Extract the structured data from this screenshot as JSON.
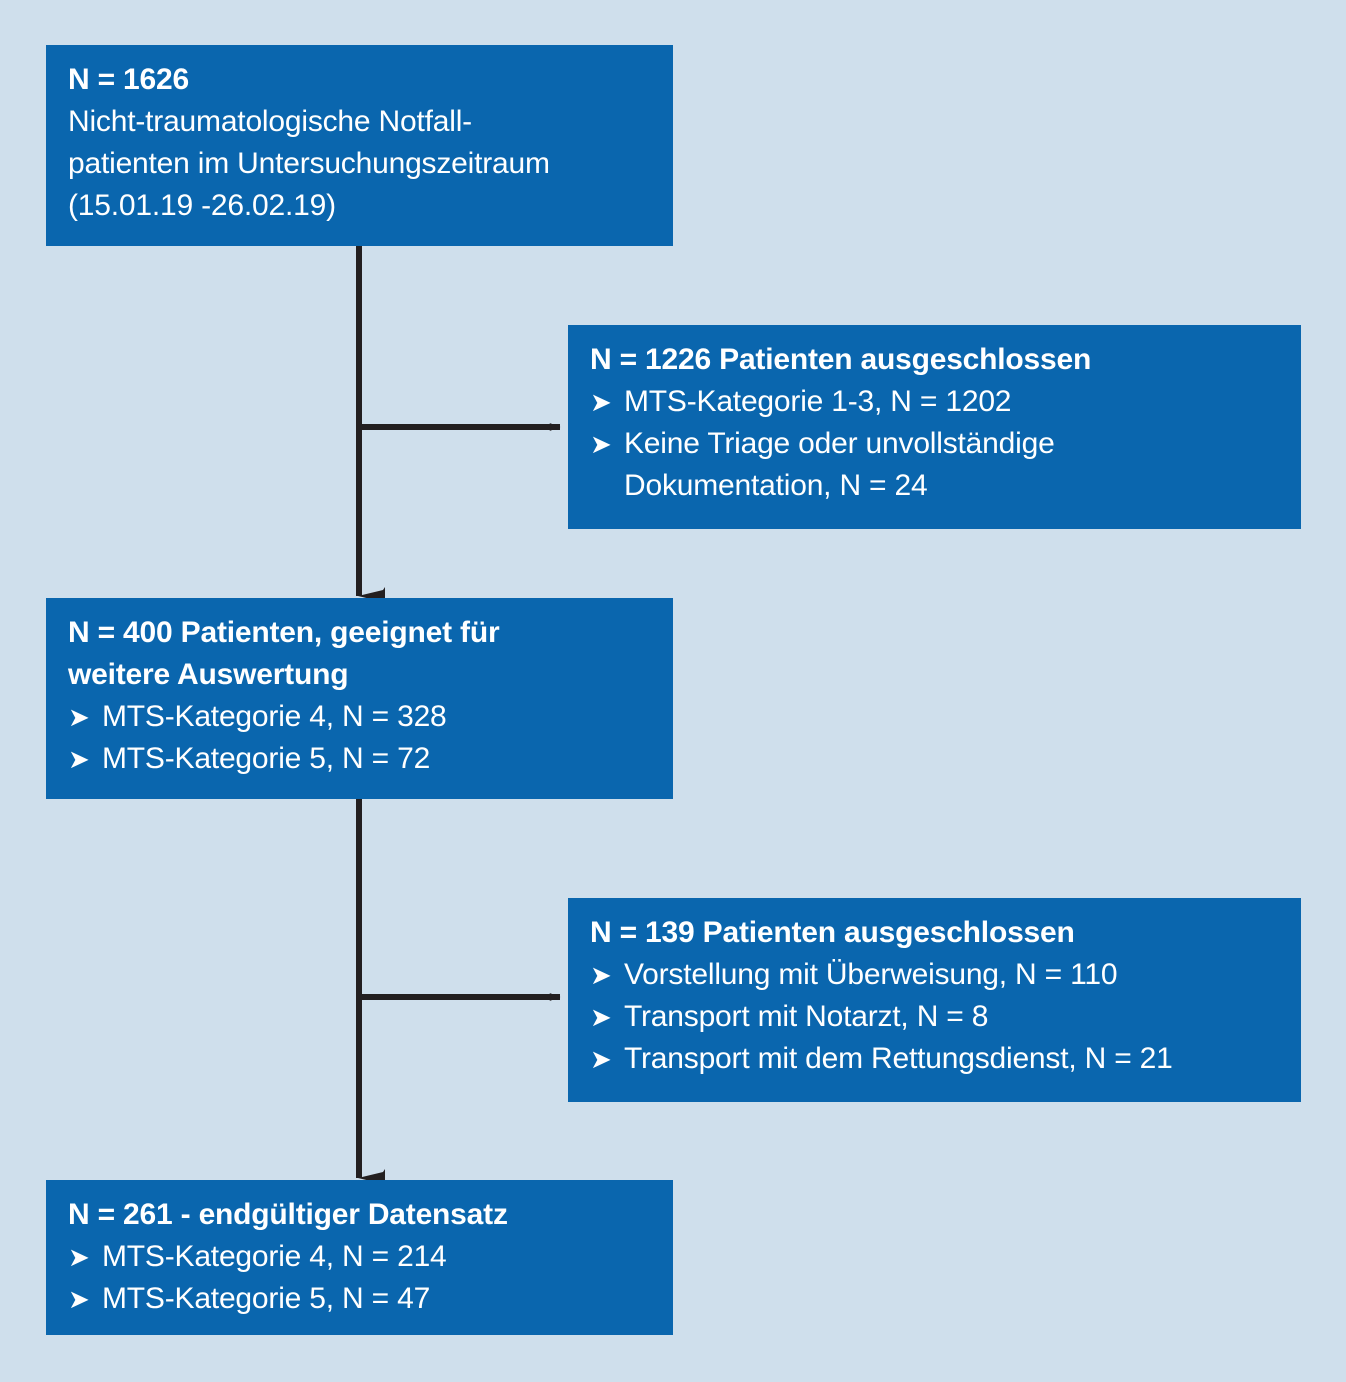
{
  "colors": {
    "background": "#cfdfec",
    "box_fill": "#0a66ae",
    "box_text": "#ffffff",
    "connector": "#231f20"
  },
  "bullet_glyph": "➤",
  "boxes": {
    "cohort": {
      "title": "N = 1626",
      "lines": [
        "Nicht-traumatologische Notfall-",
        "patienten im Untersuchungszeitraum",
        "(15.01.19 -26.02.19)"
      ]
    },
    "excluded_1": {
      "title": "N = 1226 Patienten ausgeschlossen",
      "bullets": [
        {
          "text": "MTS-Kategorie 1-3, N = 1202"
        },
        {
          "text": "Keine Triage oder unvollständige",
          "continuation": "Dokumentation, N = 24"
        }
      ]
    },
    "eligible": {
      "title_line_1": "N = 400 Patienten, geeignet für",
      "title_line_2": "weitere Auswertung",
      "bullets": [
        {
          "text": "MTS-Kategorie 4, N = 328"
        },
        {
          "text": "MTS-Kategorie 5, N = 72"
        }
      ]
    },
    "excluded_2": {
      "title": "N = 139 Patienten ausgeschlossen",
      "bullets": [
        {
          "text": "Vorstellung mit Überweisung, N = 110"
        },
        {
          "text": "Transport mit Notarzt, N = 8"
        },
        {
          "text": "Transport mit dem Rettungsdienst, N = 21"
        }
      ]
    },
    "final": {
      "title": "N = 261 - endgültiger Datensatz",
      "bullets": [
        {
          "text": "MTS-Kategorie 4, N = 214"
        },
        {
          "text": "MTS-Kategorie 5, N = 47"
        }
      ]
    }
  }
}
